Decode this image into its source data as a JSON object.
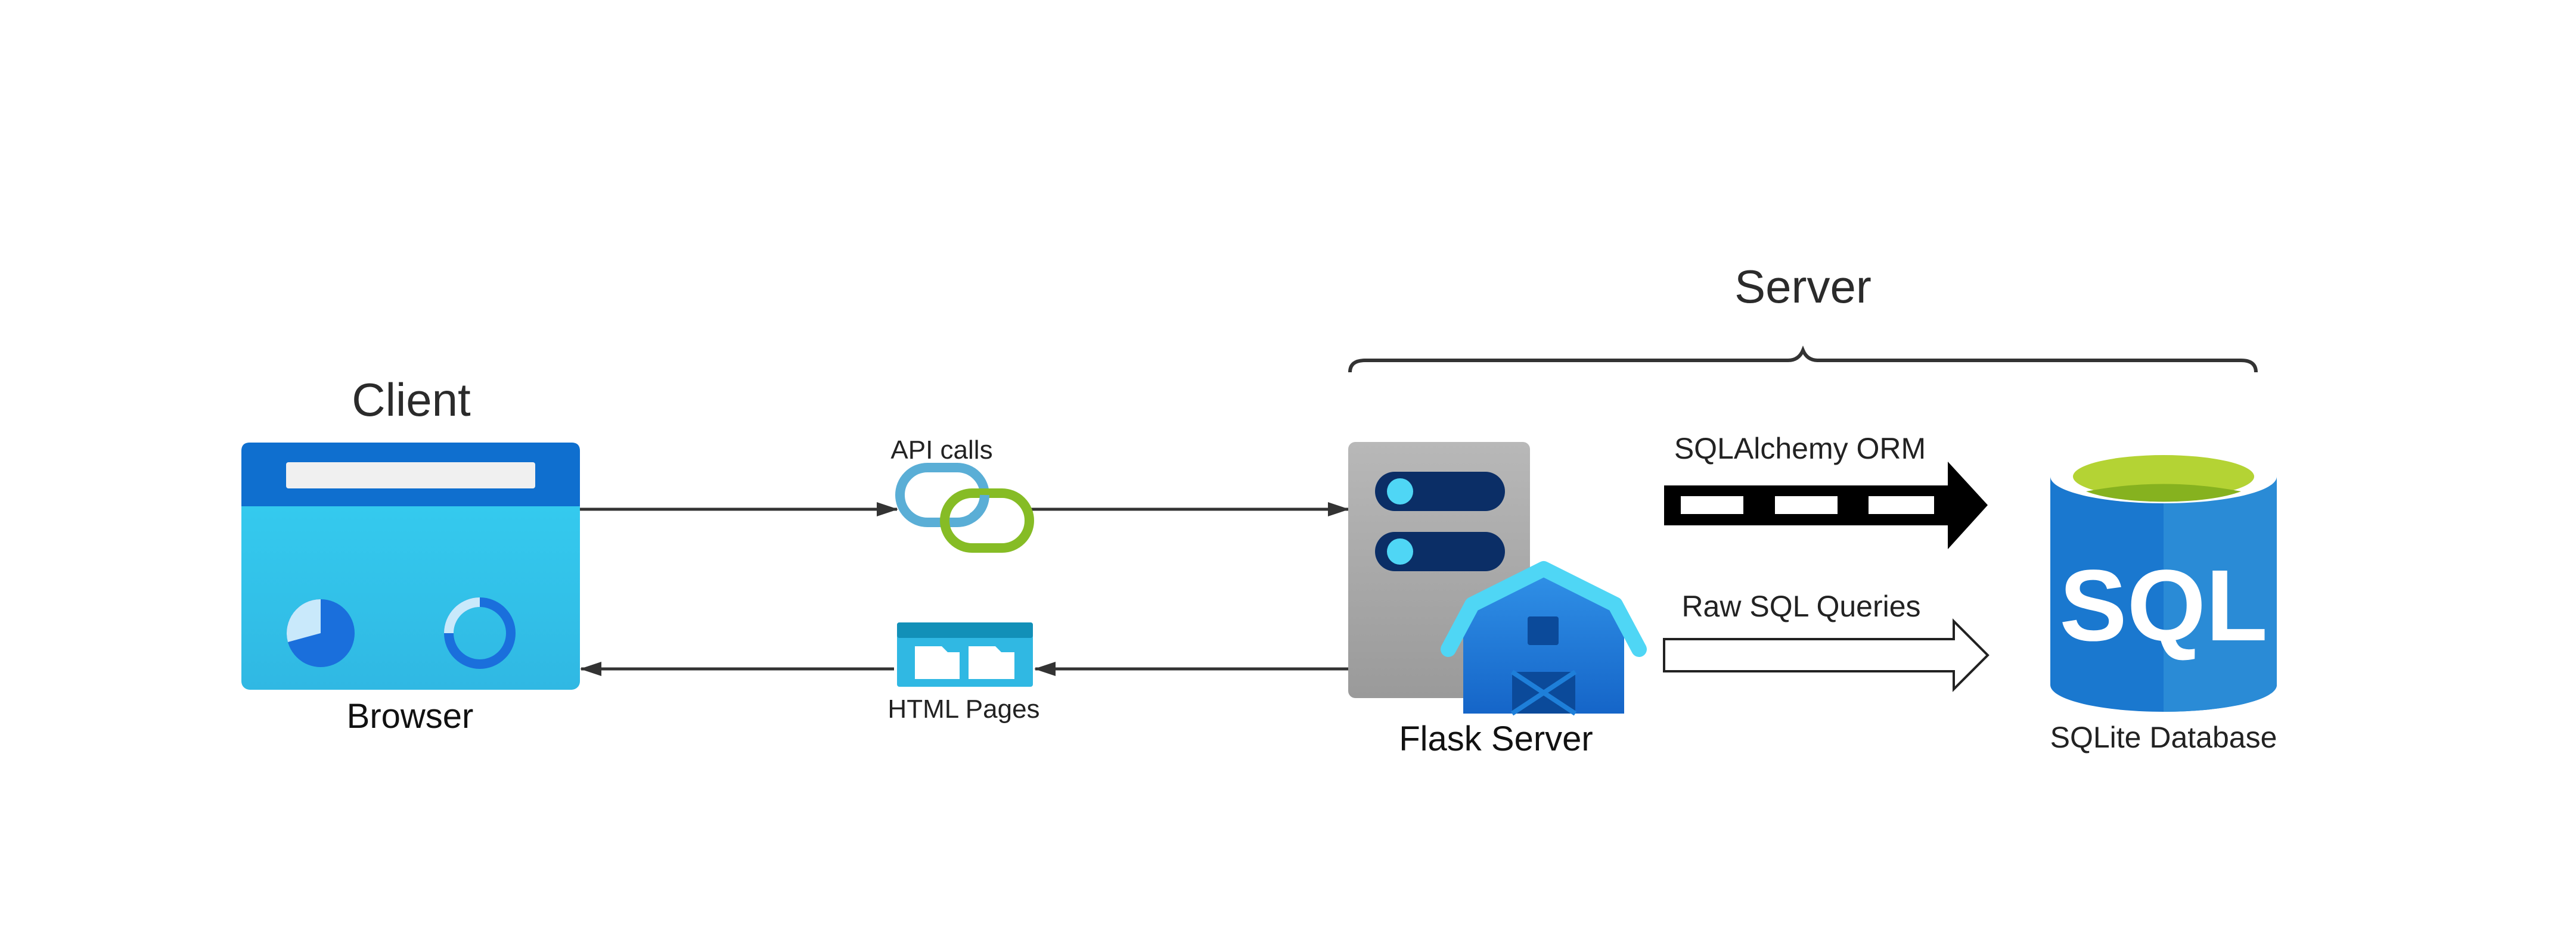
{
  "labels": {
    "client": "Client",
    "server": "Server",
    "browser": "Browser",
    "api_calls": "API calls",
    "html_pages": "HTML Pages",
    "flask_server": "Flask Server",
    "sqlalchemy": "SQLAlchemy ORM",
    "raw_sql": "Raw SQL Queries",
    "sqlite_db": "SQLite Database",
    "sql_logo_text": "SQL"
  },
  "icons": {
    "browser": "browser-window-icon",
    "api": "chain-link-icon",
    "html": "html-pages-icon",
    "server": "server-rack-icon",
    "flask": "barn-icon",
    "database": "sql-database-icon"
  },
  "colors": {
    "browser_header": "#0f6fcf",
    "browser_body": "#34c6ec",
    "link_blue": "#5aaed6",
    "link_green": "#86bc25",
    "server_gray": "#a8a8a8",
    "barn_blue": "#1e7fd9",
    "barn_roof": "#4fd6f5",
    "db_blue": "#1a78cf",
    "db_top": "#b4d334",
    "connector": "#333333"
  }
}
